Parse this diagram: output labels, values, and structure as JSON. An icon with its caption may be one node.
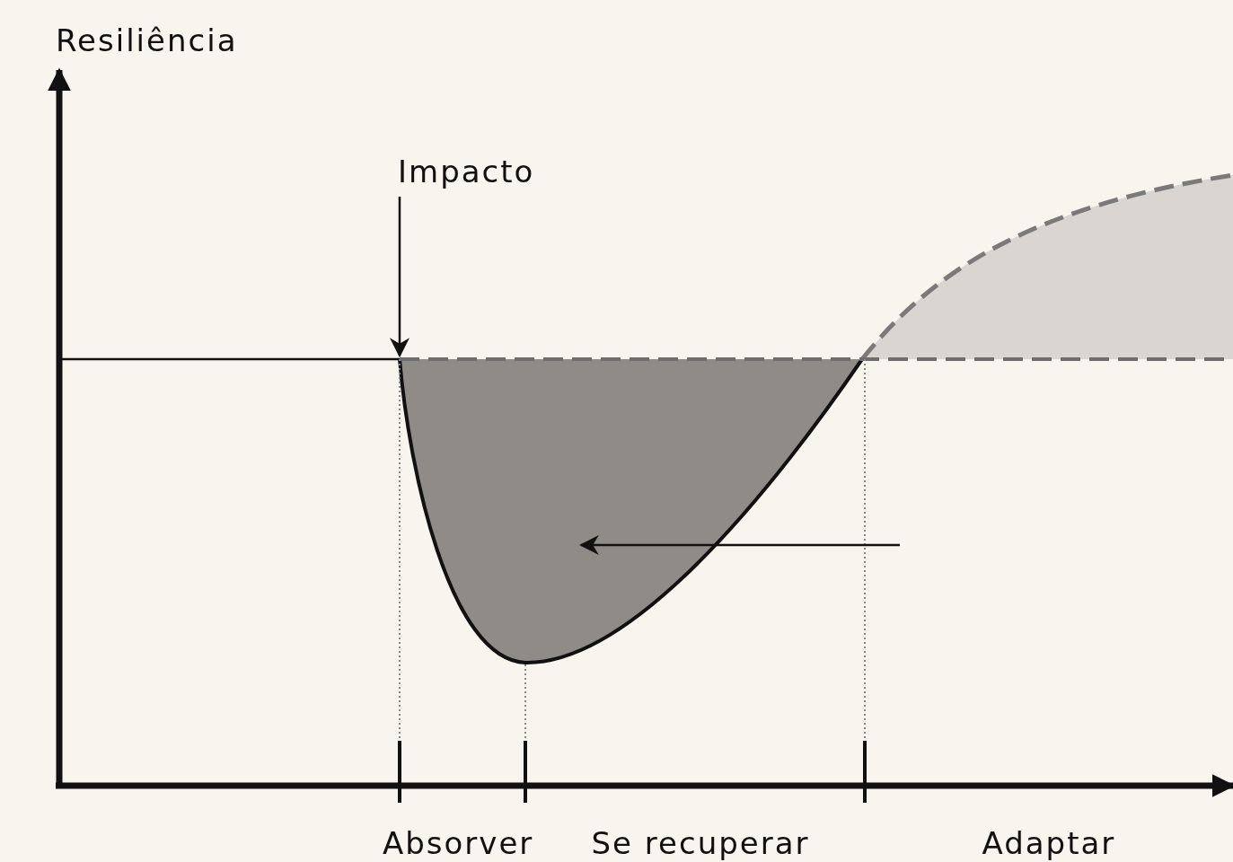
{
  "diagram": {
    "nodes": [
      {
        "text": [
          "Impacto"
        ]
      },
      {
        "text": [],
        "shape": "area"
      }
    ],
    "edges": [
      {
        "from": 0,
        "to": 1,
        "arrow": "to"
      }
    ],
    "labels": [
      "Resiliência",
      "Absorver",
      "Se recuperar",
      "Adaptar"
    ]
  }
}
